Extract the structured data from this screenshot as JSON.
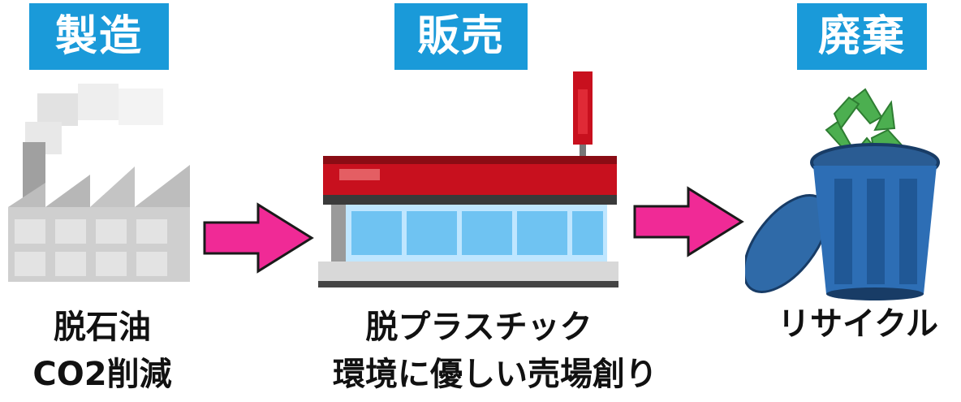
{
  "stages": [
    {
      "label": "製造",
      "captions": [
        "脱石油",
        "CO2削減"
      ],
      "icon": "factory-icon"
    },
    {
      "label": "販売",
      "captions": [
        "脱プラスチック",
        "環境に優しい売場創り"
      ],
      "icon": "store-icon"
    },
    {
      "label": "廃棄",
      "captions": [
        "リサイクル"
      ],
      "icon": "recycle-bin-icon"
    }
  ],
  "colors": {
    "label_bg": "#1a9ad9",
    "arrow": "#f02a96",
    "store_red": "#c8101e",
    "recycle_green": "#4caf50",
    "bin_blue": "#1f5fa3",
    "factory_grey": "#c8c8c8"
  }
}
